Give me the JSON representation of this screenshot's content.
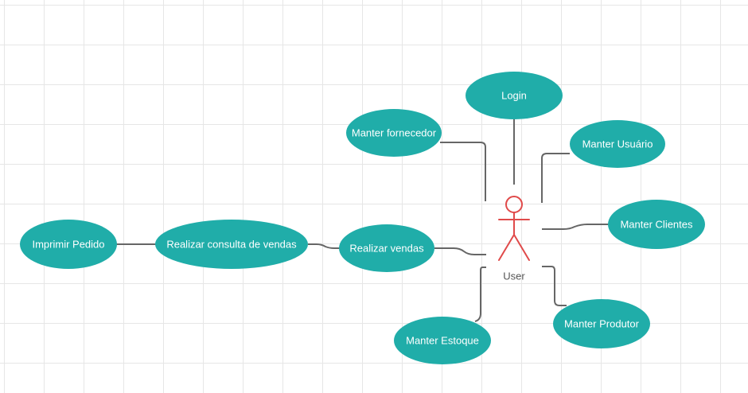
{
  "colors": {
    "usecase_fill": "#20ada9",
    "usecase_text": "#ffffff",
    "actor_stroke": "#e04a4a",
    "connector": "#666666",
    "grid": "#e6e6e6"
  },
  "actor": {
    "label": "User"
  },
  "use_cases": {
    "login": "Login",
    "fornecedor": "Manter fornecedor",
    "usuario": "Manter Usuário",
    "clientes": "Manter Clientes",
    "realizar_vendas": "Realizar vendas",
    "consulta": "Realizar consulta de vendas",
    "imprimir": "Imprimir Pedido",
    "estoque": "Manter Estoque",
    "produtor": "Manter Produtor"
  }
}
